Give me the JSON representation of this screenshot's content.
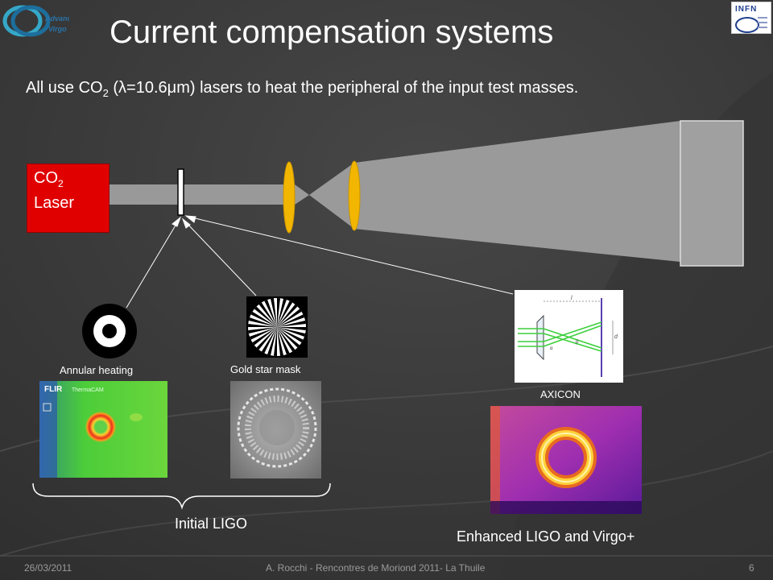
{
  "slide": {
    "title": "Current compensation systems",
    "subtitle_part1": "All use CO",
    "subtitle_sub": "2",
    "subtitle_part2": " (",
    "subtitle_lambda": "λ",
    "subtitle_part3": "=10.6",
    "subtitle_mu": "μ",
    "subtitle_part4": "m) lasers to heat the peripheral of the input test masses."
  },
  "diagram": {
    "laser_label_co": "CO",
    "laser_label_sub": "2",
    "laser_label_line2": "Laser",
    "colors": {
      "laser": "#e00000",
      "beam": "#999999",
      "lens": "#f0b800",
      "mirror": "#9c9c9c"
    }
  },
  "panels": {
    "annular_heating_label": "Annular heating",
    "gold_star_mask_label": "Gold star mask",
    "axicon_label": "AXICON",
    "initial_ligo_label": "Initial LIGO",
    "enhanced_label": "Enhanced LIGO and Virgo+",
    "flir_logo_text": "FLIR",
    "flir_sub_text": "ThermaCAM",
    "axicon_diagram_letters": [
      "l",
      "d",
      "α",
      "β"
    ]
  },
  "logos": {
    "left_logo_text_1": "Advanced",
    "left_logo_text_2": "Virgo",
    "right_logo_text": "INFN"
  },
  "footer": {
    "date": "26/03/2011",
    "center": "A. Rocchi - Rencontres de Moriond 2011- La Thuile",
    "page": "6"
  }
}
